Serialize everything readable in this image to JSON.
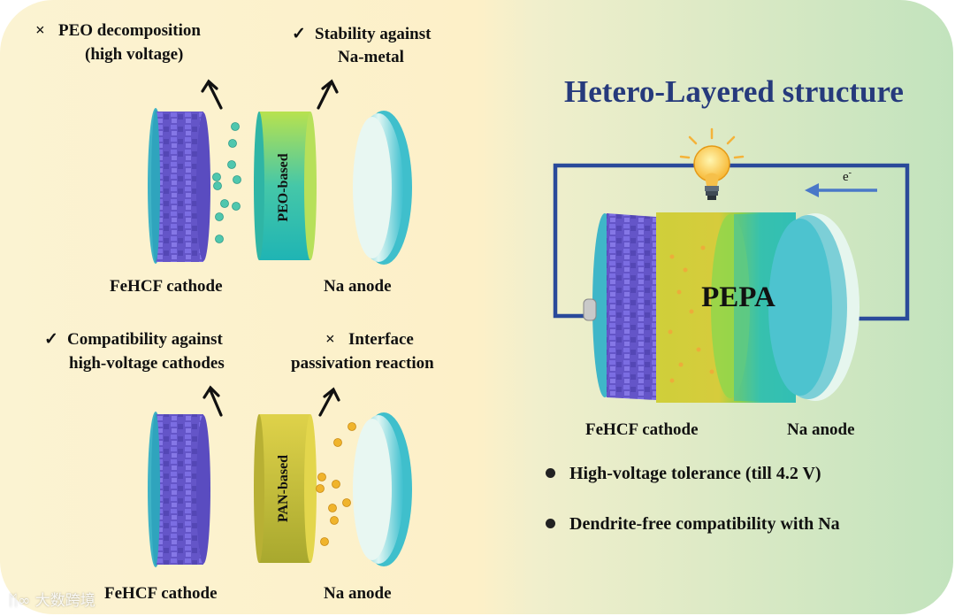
{
  "colors": {
    "title": "#263a7c",
    "circuit": "#2a4a9a",
    "cathode": "#6657c9",
    "peo_layer": "#35c3b5",
    "pan_layer": "#c9c03a",
    "anode": "#bfe8ec"
  },
  "top_left": {
    "cathode_issue": {
      "mark": "×",
      "line1": "PEO decomposition",
      "line2": "(high voltage)"
    },
    "anode_benefit": {
      "mark": "✓",
      "line1": "Stability  against",
      "line2": "Na-metal"
    },
    "layer_label": "PEO-based",
    "cathode_label": "FeHCF cathode",
    "anode_label": "Na anode"
  },
  "bottom_left": {
    "cathode_benefit": {
      "mark": "✓",
      "line1": "Compatibility against",
      "line2": "high-voltage cathodes"
    },
    "anode_issue": {
      "mark": "×",
      "line1": "Interface",
      "line2": "passivation reaction"
    },
    "layer_label": "PAN-based",
    "cathode_label": "FeHCF cathode",
    "anode_label": "Na anode"
  },
  "right": {
    "title": "Hetero-Layered structure",
    "electron_label": "e",
    "electron_sup": "-",
    "cell_label": "PEPA",
    "cathode_label": "FeHCF cathode",
    "anode_label": "Na anode",
    "bullets": [
      "High-voltage tolerance (till 4.2 V)",
      "Dendrite-free compatibility with Na"
    ]
  },
  "watermark": "大数跨境"
}
